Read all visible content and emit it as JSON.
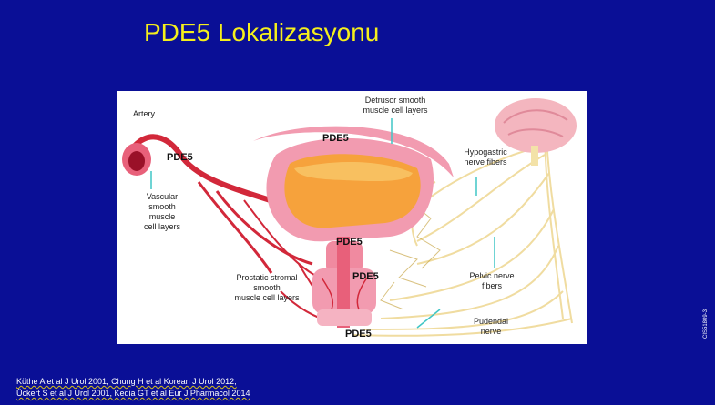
{
  "slide": {
    "title": "PDE5 Lokalizasyonu",
    "side_code": "CIS51809-3"
  },
  "figure": {
    "labels": {
      "artery": "Artery",
      "vascular": "Vascular\nsmooth\nmuscle\ncell layers",
      "detrusor": "Detrusor smooth\nmuscle cell layers",
      "hypogastric": "Hypogastric\nnerve fibers",
      "prostatic": "Prostatic  stromal\nsmooth\nmuscle cell layers",
      "pelvic": "Pelvic nerve\nfibers",
      "pudendal": "Pudendal\nnerve"
    },
    "pde5_tags": {
      "vascular": "PDE5",
      "bladder": "PDE5",
      "neck": "PDE5",
      "prostate": "PDE5",
      "urethra": "PDE5"
    },
    "colors": {
      "vessel": "#d2283a",
      "bladder_wall": "#f29bb0",
      "bladder_inner": "#f6a23c",
      "nerve": "#f3e2a8",
      "brain": "#f4b6bf"
    }
  },
  "references": {
    "line1": "Küthe A et al J Urol 2001, Chung H et al Korean J Urol 2012,",
    "line2": "Ückert S et al J Urol 2001, Kedia GT et al Eur J Pharmacol 2014"
  }
}
